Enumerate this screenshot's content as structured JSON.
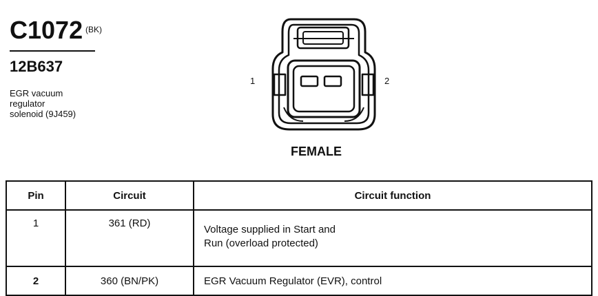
{
  "connector": {
    "id": "C1072",
    "color_code": "(BK)",
    "part_number": "12B637",
    "description_lines": [
      "EGR vacuum",
      "regulator",
      "solenoid (9J459)"
    ]
  },
  "diagram": {
    "pin_labels": [
      "1",
      "2"
    ],
    "gender": "FEMALE",
    "icon": "connector-face-icon"
  },
  "table": {
    "headers": [
      "Pin",
      "Circuit",
      "Circuit function"
    ],
    "rows": [
      {
        "pin": "1",
        "circuit": "361 (RD)",
        "function_lines": [
          "Voltage supplied in Start and",
          "Run (overload protected)"
        ]
      },
      {
        "pin": "2",
        "circuit": "360 (BN/PK)",
        "function_lines": [
          "EGR Vacuum Regulator (EVR), control"
        ]
      }
    ]
  }
}
